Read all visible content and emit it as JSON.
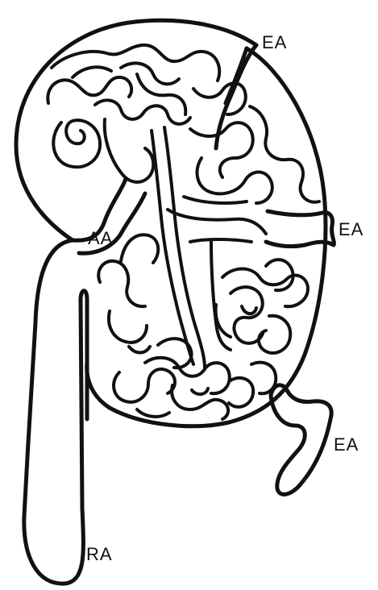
{
  "labels": {
    "ea_top": "EA",
    "ea_right": "EA",
    "aa": "AA",
    "ea_bottom": "EA",
    "ra": "RA"
  },
  "colors": {
    "ink": "#111111",
    "background": "#ffffff"
  }
}
